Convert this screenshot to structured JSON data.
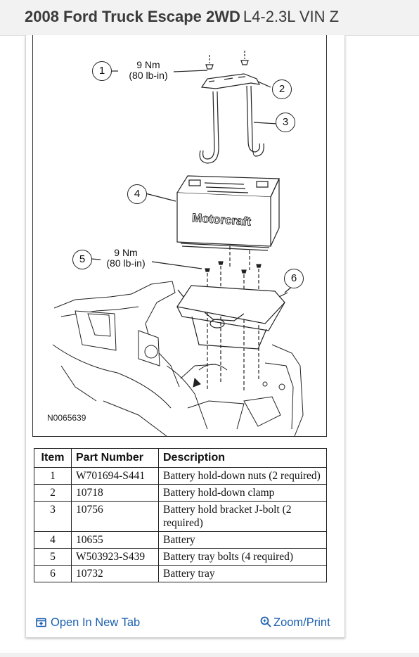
{
  "header": {
    "title": "2008 Ford Truck Escape 2WD",
    "subtitle": "L4-2.3L VIN Z"
  },
  "figure": {
    "code": "N0065639",
    "battery_brand": "Motorcraft",
    "callouts": [
      "1",
      "2",
      "3",
      "4",
      "5",
      "6"
    ],
    "torque_1": {
      "line1": "9 Nm",
      "line2": "(80 lb-in)"
    },
    "torque_5": {
      "line1": "9 Nm",
      "line2": "(80 lb-in)"
    }
  },
  "table": {
    "headers": [
      "Item",
      "Part Number",
      "Description"
    ],
    "rows": [
      {
        "item": "1",
        "part": "W701694-S441",
        "desc": "Battery hold-down nuts (2 required)"
      },
      {
        "item": "2",
        "part": "10718",
        "desc": "Battery hold-down clamp"
      },
      {
        "item": "3",
        "part": "10756",
        "desc": "Battery hold bracket J-bolt (2 required)"
      },
      {
        "item": "4",
        "part": "10655",
        "desc": "Battery"
      },
      {
        "item": "5",
        "part": "W503923-S439",
        "desc": "Battery tray bolts (4 required)"
      },
      {
        "item": "6",
        "part": "10732",
        "desc": "Battery tray"
      }
    ]
  },
  "footer": {
    "open_tab": "Open In New Tab",
    "zoom_print": "Zoom/Print"
  },
  "colors": {
    "link": "#1b5fb0",
    "header_bg": "#f2f2f2"
  },
  "icons": {
    "open_tab": "open-new-tab-icon",
    "zoom": "zoom-icon"
  }
}
